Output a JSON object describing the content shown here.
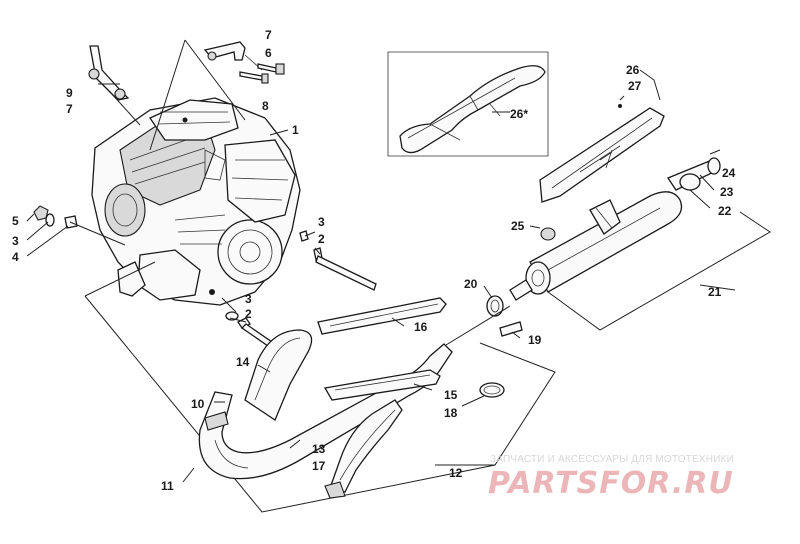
{
  "callouts": {
    "c1": "1",
    "c2a": "2",
    "c2b": "2",
    "c3a": "3",
    "c3b": "3",
    "c3c": "3",
    "c4": "4",
    "c5": "5",
    "c6": "6",
    "c7a": "7",
    "c7b": "7",
    "c8": "8",
    "c9": "9",
    "c10": "10",
    "c11": "11",
    "c12": "12",
    "c13": "13",
    "c14": "14",
    "c15": "15",
    "c16": "16",
    "c17": "17",
    "c18": "18",
    "c19": "19",
    "c20": "20",
    "c21": "21",
    "c22": "22",
    "c23": "23",
    "c24": "24",
    "c25": "25",
    "c26a": "26",
    "c26b": "26*",
    "c27": "27"
  },
  "watermark": {
    "tagline": "ЗАПЧАСТИ И АКСЕССУАРЫ ДЛЯ МОТОТЕХНИКИ",
    "brand": "PARTSFOR.RU",
    "color": "#ecb6b8"
  }
}
